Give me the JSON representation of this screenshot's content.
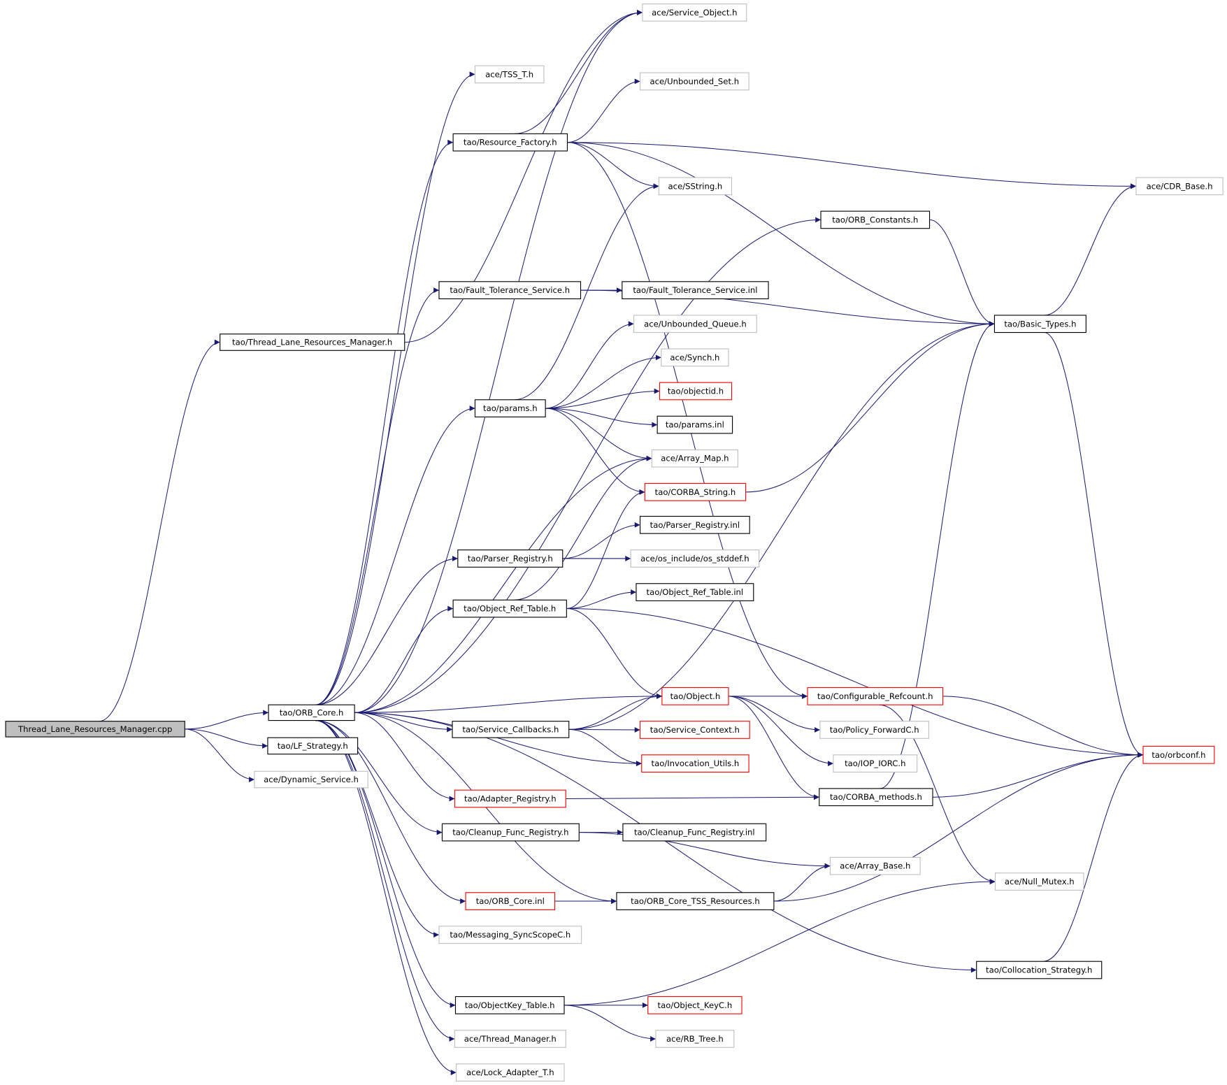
{
  "colors": {
    "edge": "#191970",
    "border_black": "#000000",
    "border_red": "#ff0000",
    "border_gray": "#bfbfbf",
    "root_fill": "#bfbfbf",
    "fill": "#ffffff"
  },
  "nodes": [
    {
      "id": "cpp",
      "label": "Thread_Lane_Resources_Manager.cpp",
      "style": "root"
    },
    {
      "id": "orbcore",
      "label": "tao/ORB_Core.h",
      "style": "black"
    },
    {
      "id": "lf",
      "label": "tao/LF_Strategy.h",
      "style": "black"
    },
    {
      "id": "dynsvc",
      "label": "ace/Dynamic_Service.h",
      "style": "gray"
    },
    {
      "id": "tlrmh",
      "label": "tao/Thread_Lane_Resources_Manager.h",
      "style": "black"
    },
    {
      "id": "svcobj",
      "label": "ace/Service_Object.h",
      "style": "gray"
    },
    {
      "id": "tss",
      "label": "ace/TSS_T.h",
      "style": "gray"
    },
    {
      "id": "unbset",
      "label": "ace/Unbounded_Set.h",
      "style": "gray"
    },
    {
      "id": "resfac",
      "label": "tao/Resource_Factory.h",
      "style": "black"
    },
    {
      "id": "sstring",
      "label": "ace/SString.h",
      "style": "gray"
    },
    {
      "id": "cdr",
      "label": "ace/CDR_Base.h",
      "style": "gray"
    },
    {
      "id": "orbconst",
      "label": "tao/ORB_Constants.h",
      "style": "black"
    },
    {
      "id": "fth",
      "label": "tao/Fault_Tolerance_Service.h",
      "style": "black"
    },
    {
      "id": "ftinl",
      "label": "tao/Fault_Tolerance_Service.inl",
      "style": "black"
    },
    {
      "id": "basic",
      "label": "tao/Basic_Types.h",
      "style": "black"
    },
    {
      "id": "unbq",
      "label": "ace/Unbounded_Queue.h",
      "style": "gray"
    },
    {
      "id": "synch",
      "label": "ace/Synch.h",
      "style": "gray"
    },
    {
      "id": "objectid",
      "label": "tao/objectid.h",
      "style": "red"
    },
    {
      "id": "params",
      "label": "tao/params.h",
      "style": "black"
    },
    {
      "id": "paramsinl",
      "label": "tao/params.inl",
      "style": "black"
    },
    {
      "id": "arrmap",
      "label": "ace/Array_Map.h",
      "style": "gray"
    },
    {
      "id": "corbastr",
      "label": "tao/CORBA_String.h",
      "style": "red"
    },
    {
      "id": "preginl",
      "label": "tao/Parser_Registry.inl",
      "style": "black"
    },
    {
      "id": "preg",
      "label": "tao/Parser_Registry.h",
      "style": "black"
    },
    {
      "id": "stddef",
      "label": "ace/os_include/os_stddef.h",
      "style": "gray"
    },
    {
      "id": "ortinl",
      "label": "tao/Object_Ref_Table.inl",
      "style": "black"
    },
    {
      "id": "ort",
      "label": "tao/Object_Ref_Table.h",
      "style": "black"
    },
    {
      "id": "object",
      "label": "tao/Object.h",
      "style": "red"
    },
    {
      "id": "cfgref",
      "label": "tao/Configurable_Refcount.h",
      "style": "red"
    },
    {
      "id": "svccb",
      "label": "tao/Service_Callbacks.h",
      "style": "black"
    },
    {
      "id": "svcctx",
      "label": "tao/Service_Context.h",
      "style": "red"
    },
    {
      "id": "polfwd",
      "label": "tao/Policy_ForwardC.h",
      "style": "gray"
    },
    {
      "id": "orbconf",
      "label": "tao/orbconf.h",
      "style": "red"
    },
    {
      "id": "invutil",
      "label": "tao/Invocation_Utils.h",
      "style": "red"
    },
    {
      "id": "ioporc",
      "label": "tao/IOP_IORC.h",
      "style": "gray"
    },
    {
      "id": "adreg",
      "label": "tao/Adapter_Registry.h",
      "style": "red"
    },
    {
      "id": "corbameth",
      "label": "tao/CORBA_methods.h",
      "style": "black"
    },
    {
      "id": "cfr",
      "label": "tao/Cleanup_Func_Registry.h",
      "style": "black"
    },
    {
      "id": "cfrinl",
      "label": "tao/Cleanup_Func_Registry.inl",
      "style": "black"
    },
    {
      "id": "arrbase",
      "label": "ace/Array_Base.h",
      "style": "gray"
    },
    {
      "id": "nullmtx",
      "label": "ace/Null_Mutex.h",
      "style": "gray"
    },
    {
      "id": "orbcoreinl",
      "label": "tao/ORB_Core.inl",
      "style": "red"
    },
    {
      "id": "tssres",
      "label": "tao/ORB_Core_TSS_Resources.h",
      "style": "black"
    },
    {
      "id": "msgsync",
      "label": "tao/Messaging_SyncScopeC.h",
      "style": "gray"
    },
    {
      "id": "colloc",
      "label": "tao/Collocation_Strategy.h",
      "style": "black"
    },
    {
      "id": "oktable",
      "label": "tao/ObjectKey_Table.h",
      "style": "black"
    },
    {
      "id": "okc",
      "label": "tao/Object_KeyC.h",
      "style": "red"
    },
    {
      "id": "thrmgr",
      "label": "ace/Thread_Manager.h",
      "style": "gray"
    },
    {
      "id": "rbtree",
      "label": "ace/RB_Tree.h",
      "style": "gray"
    },
    {
      "id": "lockad",
      "label": "ace/Lock_Adapter_T.h",
      "style": "gray"
    }
  ],
  "edges": [
    [
      "cpp",
      "orbcore"
    ],
    [
      "cpp",
      "lf"
    ],
    [
      "cpp",
      "dynsvc"
    ],
    [
      "cpp",
      "tlrmh"
    ],
    [
      "tlrmh",
      "svcobj"
    ],
    [
      "orbcore",
      "svcobj"
    ],
    [
      "orbcore",
      "tss"
    ],
    [
      "orbcore",
      "resfac"
    ],
    [
      "orbcore",
      "orbconst"
    ],
    [
      "orbcore",
      "fth"
    ],
    [
      "orbcore",
      "params"
    ],
    [
      "orbcore",
      "arrmap"
    ],
    [
      "orbcore",
      "preg"
    ],
    [
      "orbcore",
      "ort"
    ],
    [
      "orbcore",
      "object"
    ],
    [
      "orbcore",
      "svccb"
    ],
    [
      "orbcore",
      "invutil"
    ],
    [
      "orbcore",
      "adreg"
    ],
    [
      "orbcore",
      "cfr"
    ],
    [
      "orbcore",
      "tssres"
    ],
    [
      "orbcore",
      "orbcoreinl"
    ],
    [
      "orbcore",
      "msgsync"
    ],
    [
      "orbcore",
      "colloc"
    ],
    [
      "orbcore",
      "oktable"
    ],
    [
      "orbcore",
      "thrmgr"
    ],
    [
      "orbcore",
      "lockad"
    ],
    [
      "resfac",
      "svcobj"
    ],
    [
      "resfac",
      "unbset"
    ],
    [
      "resfac",
      "sstring"
    ],
    [
      "resfac",
      "cdr"
    ],
    [
      "resfac",
      "basic"
    ],
    [
      "resfac",
      "cfgref"
    ],
    [
      "orbconst",
      "basic"
    ],
    [
      "fth",
      "ftinl"
    ],
    [
      "fth",
      "basic"
    ],
    [
      "params",
      "sstring"
    ],
    [
      "params",
      "unbq"
    ],
    [
      "params",
      "synch"
    ],
    [
      "params",
      "objectid"
    ],
    [
      "params",
      "paramsinl"
    ],
    [
      "params",
      "arrmap"
    ],
    [
      "params",
      "corbastr"
    ],
    [
      "corbastr",
      "basic"
    ],
    [
      "basic",
      "cdr"
    ],
    [
      "basic",
      "orbconf"
    ],
    [
      "preg",
      "preginl"
    ],
    [
      "preg",
      "stddef"
    ],
    [
      "ort",
      "ortinl"
    ],
    [
      "ort",
      "arrmap"
    ],
    [
      "ort",
      "corbastr"
    ],
    [
      "ort",
      "object"
    ],
    [
      "ort",
      "orbconf"
    ],
    [
      "object",
      "cfgref"
    ],
    [
      "object",
      "polfwd"
    ],
    [
      "object",
      "ioporc"
    ],
    [
      "object",
      "corbameth"
    ],
    [
      "cfgref",
      "orbconf"
    ],
    [
      "cfgref",
      "nullmtx"
    ],
    [
      "svccb",
      "object"
    ],
    [
      "svccb",
      "svcctx"
    ],
    [
      "svccb",
      "invutil"
    ],
    [
      "svccb",
      "basic"
    ],
    [
      "adreg",
      "corbameth"
    ],
    [
      "corbameth",
      "orbconf"
    ],
    [
      "corbameth",
      "basic"
    ],
    [
      "cfr",
      "cfrinl"
    ],
    [
      "cfr",
      "arrbase"
    ],
    [
      "orbcoreinl",
      "tssres"
    ],
    [
      "tssres",
      "arrbase"
    ],
    [
      "tssres",
      "orbconf"
    ],
    [
      "colloc",
      "orbconf"
    ],
    [
      "oktable",
      "okc"
    ],
    [
      "oktable",
      "rbtree"
    ],
    [
      "oktable",
      "nullmtx"
    ]
  ]
}
